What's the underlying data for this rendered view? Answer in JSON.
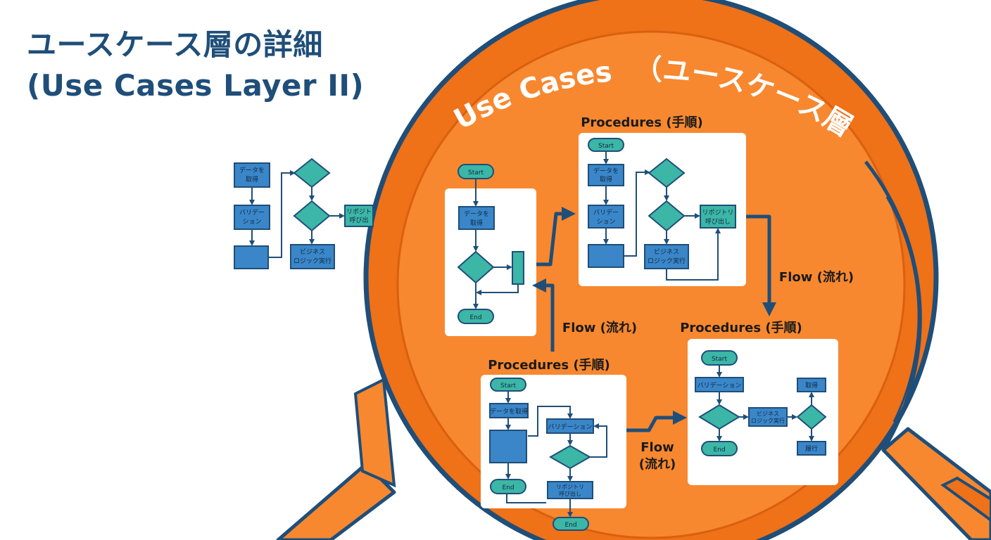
{
  "title": {
    "line1": "ユースケース層の詳細",
    "line2": "(Use Cases Layer II)"
  },
  "lens": {
    "label_en": "Use Cases",
    "label_jp": "（ユースケース層）"
  },
  "panels": {
    "procedures_label": "Procedures (手順)"
  },
  "flow": {
    "label": "Flow (流れ)",
    "label_line1": "Flow",
    "label_line2": "(流れ)"
  },
  "nodes": {
    "start": "Start",
    "end": "End",
    "get_data_1": "データを",
    "get_data_2": "取得",
    "get_data_full": "データを取得",
    "validation_1": "バリデー",
    "validation_2": "ション",
    "validation_full": "バリデーション",
    "business_1": "ビジネス",
    "business_2": "ロジック実行",
    "repo_1": "リポジトリ",
    "repo_2": "呼び出し",
    "repo_partial_1": "リポジト",
    "repo_partial_2": "呼び出",
    "acquire": "取得",
    "execute": "履行"
  },
  "colors": {
    "title": "#1f4e79",
    "orange_lens": "#f7882f",
    "orange_ring": "#ef7118",
    "lens_outline": "#1f4e79",
    "box_blue": "#3a86c8",
    "teal": "#3cb6a6",
    "line": "#1f4e79"
  }
}
